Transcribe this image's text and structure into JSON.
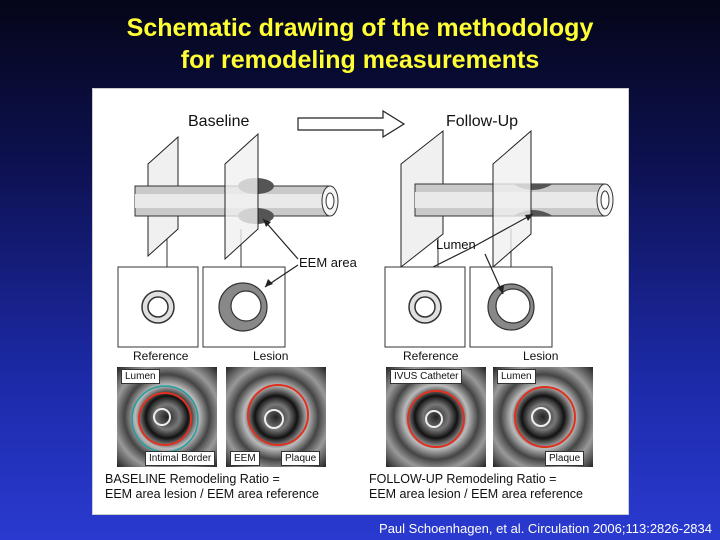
{
  "slide": {
    "title_line1": "Schematic drawing of the methodology",
    "title_line2": "for remodeling measurements",
    "citation": "Paul Schoenhagen, et al. Circulation 2006;113:2826-2834"
  },
  "figure": {
    "baseline_label": "Baseline",
    "followup_label": "Follow-Up",
    "eem_area_label": "EEM area",
    "lumen_label": "Lumen",
    "baseline_reference_caption": "Reference",
    "baseline_lesion_caption": "Lesion",
    "followup_reference_caption": "Reference",
    "followup_lesion_caption": "Lesion",
    "us_tags": {
      "b1_lumen": "Lumen",
      "b1_intimal": "Intimal Border",
      "b2_eem": "EEM",
      "b2_plaque": "Plaque",
      "f1_ivus": "IVUS Catheter",
      "f2_lumen": "Lumen",
      "f2_plaque": "Plaque"
    },
    "baseline_ratio_line1": "BASELINE Remodeling Ratio =",
    "baseline_ratio_line2": "EEM area lesion / EEM area reference",
    "followup_ratio_line1": "FOLLOW-UP Remodeling Ratio =",
    "followup_ratio_line2": "EEM area lesion / EEM area reference"
  }
}
